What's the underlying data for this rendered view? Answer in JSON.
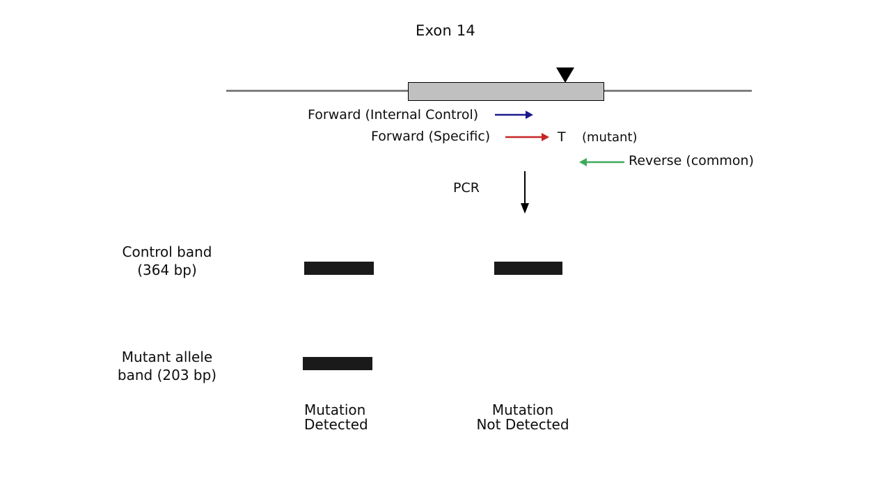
{
  "figure": {
    "title": "Exon 14",
    "gene_schematic": {
      "exon_box_label": "Exon 14",
      "mutation_marker": "mutation-site-triangle"
    },
    "primers": [
      {
        "id": "forward-internal-control",
        "label": "Forward (Internal Control)",
        "direction": "right",
        "color": "#1a1a8c"
      },
      {
        "id": "forward-specific",
        "label": "Forward (Specific)",
        "direction": "right",
        "color": "#c72626"
      },
      {
        "id": "reverse-common",
        "label": "Reverse (common)",
        "direction": "left",
        "color": "#3faa5a"
      }
    ],
    "allele": {
      "base": "T",
      "annotation": "(mutant)"
    },
    "process": {
      "label": "PCR",
      "arrow": "down-arrow"
    },
    "gel": {
      "row_labels": [
        "Control band\n(364 bp)",
        "Mutant allele\nband (203 bp)"
      ],
      "control_band_label": "Control band\n(364 bp)",
      "mutant_band_label": "Mutant allele\nband (203 bp)",
      "band_color": "#1a1a1a",
      "lanes": [
        {
          "id": "lane-left",
          "verdict": "Mutation\nDetected",
          "control_band": true,
          "mutant_band": true
        },
        {
          "id": "lane-right",
          "verdict": "Mutation\nNot Detected",
          "control_band": true,
          "mutant_band": false
        }
      ]
    },
    "colors": {
      "gene_line": "#808080",
      "exon_fill": "#c0c0c0",
      "exon_border": "#000000",
      "marker": "#000000",
      "background": "#ffffff"
    }
  }
}
